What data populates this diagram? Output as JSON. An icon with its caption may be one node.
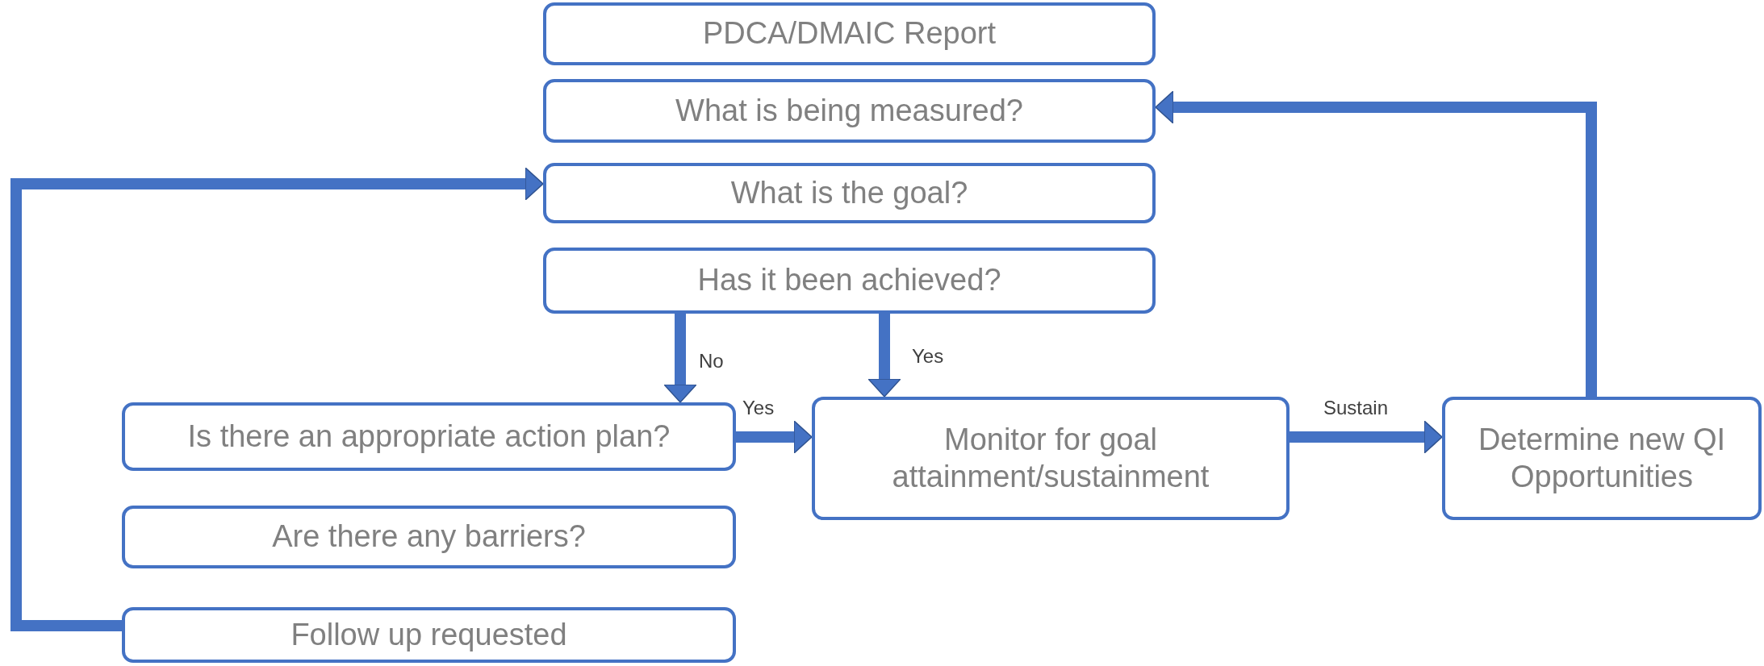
{
  "diagram": {
    "nodes": [
      {
        "text": [
          "PDCA/DMAIC Report"
        ]
      },
      {
        "text": [
          "What is being measured?"
        ]
      },
      {
        "text": [
          "What is the goal?"
        ]
      },
      {
        "text": [
          "Has it been achieved?"
        ]
      },
      {
        "text": [
          "Is there an appropriate action plan?"
        ]
      },
      {
        "text": [
          "Are there any barriers?"
        ]
      },
      {
        "text": [
          "Follow up requested"
        ]
      },
      {
        "text": [
          "Monitor for goal attainment/sustainment"
        ]
      },
      {
        "text": [
          "Determine new QI Opportunities"
        ]
      }
    ],
    "edges": [
      {
        "from": 3,
        "to": 4,
        "arrow": "to",
        "label": "No"
      },
      {
        "from": 3,
        "to": 7,
        "arrow": "to",
        "label": "Yes"
      },
      {
        "from": 4,
        "to": 7,
        "arrow": "to",
        "label": "Yes"
      },
      {
        "from": 7,
        "to": 8,
        "arrow": "to",
        "label": "Sustain"
      },
      {
        "from": 8,
        "to": 1,
        "arrow": "to"
      },
      {
        "from": 6,
        "to": 2,
        "arrow": "to"
      }
    ]
  }
}
